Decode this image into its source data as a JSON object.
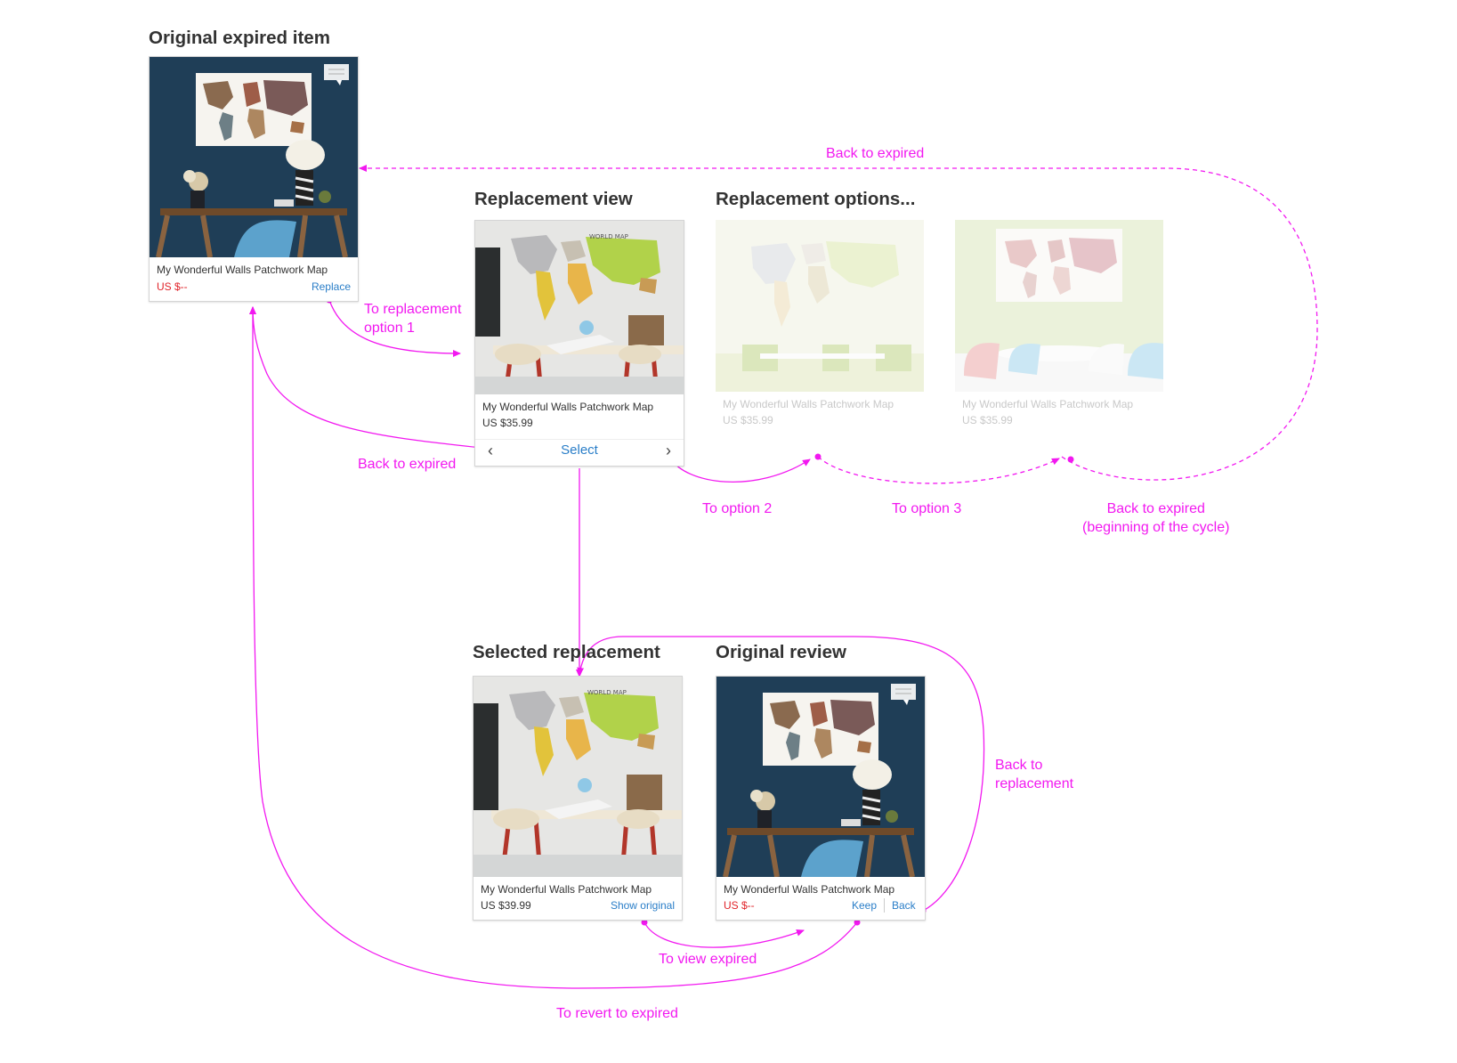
{
  "colors": {
    "annotation": "#f218f0",
    "link": "#2a7ec8",
    "expired_price": "#e0242a"
  },
  "headings": {
    "original_expired": "Original expired item",
    "replacement_view": "Replacement view",
    "replacement_options": "Replacement options...",
    "selected_replacement": "Selected replacement",
    "original_review": "Original review"
  },
  "cards": {
    "original_expired": {
      "image": "world-map-dark-room-photo",
      "title": "My Wonderful Walls Patchwork Map",
      "price": "US $--",
      "action": "Replace",
      "icon": "comment-icon"
    },
    "replacement_view": {
      "image": "kids-world-map-classroom-photo",
      "title": "My Wonderful Walls Patchwork Map",
      "price": "US $35.99",
      "select": "Select",
      "prev_icon": "chevron-left-icon",
      "next_icon": "chevron-right-icon"
    },
    "option_2": {
      "image": "pastel-world-map-photo",
      "title": "My Wonderful Walls Patchwork Map",
      "price": "US $35.99"
    },
    "option_3": {
      "image": "patchwork-map-dining-room-photo",
      "title": "My Wonderful Walls Patchwork Map",
      "price": "US $35.99"
    },
    "selected_replacement": {
      "image": "kids-world-map-classroom-photo",
      "title": "My Wonderful Walls Patchwork Map",
      "price": "US $39.99",
      "action": "Show original"
    },
    "original_review": {
      "image": "world-map-dark-room-photo",
      "title": "My Wonderful Walls Patchwork Map",
      "price": "US $--",
      "keep": "Keep",
      "back": "Back",
      "icon": "comment-icon"
    }
  },
  "annotations": {
    "back_to_expired_top": "Back to expired",
    "to_replacement_option": [
      "To replacement",
      "option 1"
    ],
    "back_to_expired_left": "Back to expired",
    "to_option_2": "To option 2",
    "to_option_3": "To option 3",
    "back_to_expired_cycle": [
      "Back to expired",
      "(beginning of the cycle)"
    ],
    "back_to_replacement": [
      "Back to",
      "replacement"
    ],
    "to_view_expired": "To view expired",
    "to_revert_to_expired": "To revert to expired"
  }
}
